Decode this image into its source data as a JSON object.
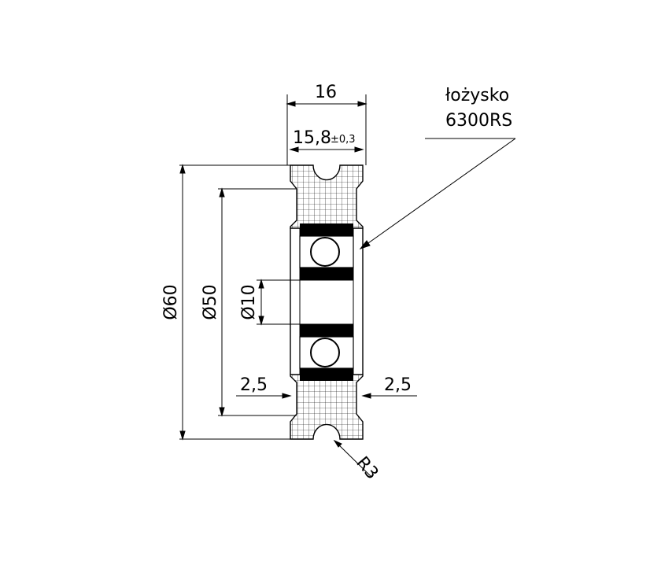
{
  "drawing": {
    "dim_width_outer": "16",
    "dim_width_inner": "15,8",
    "dim_width_tolerance": "±0,3",
    "bearing_label_line1": "łożysko",
    "bearing_label_line2": "6300RS",
    "dim_diameter_outer": "Ø60",
    "dim_diameter_groove": "Ø50",
    "dim_diameter_bore": "Ø10",
    "dim_flange_left": "2,5",
    "dim_flange_right": "2,5",
    "dim_groove_radius": "R3"
  }
}
